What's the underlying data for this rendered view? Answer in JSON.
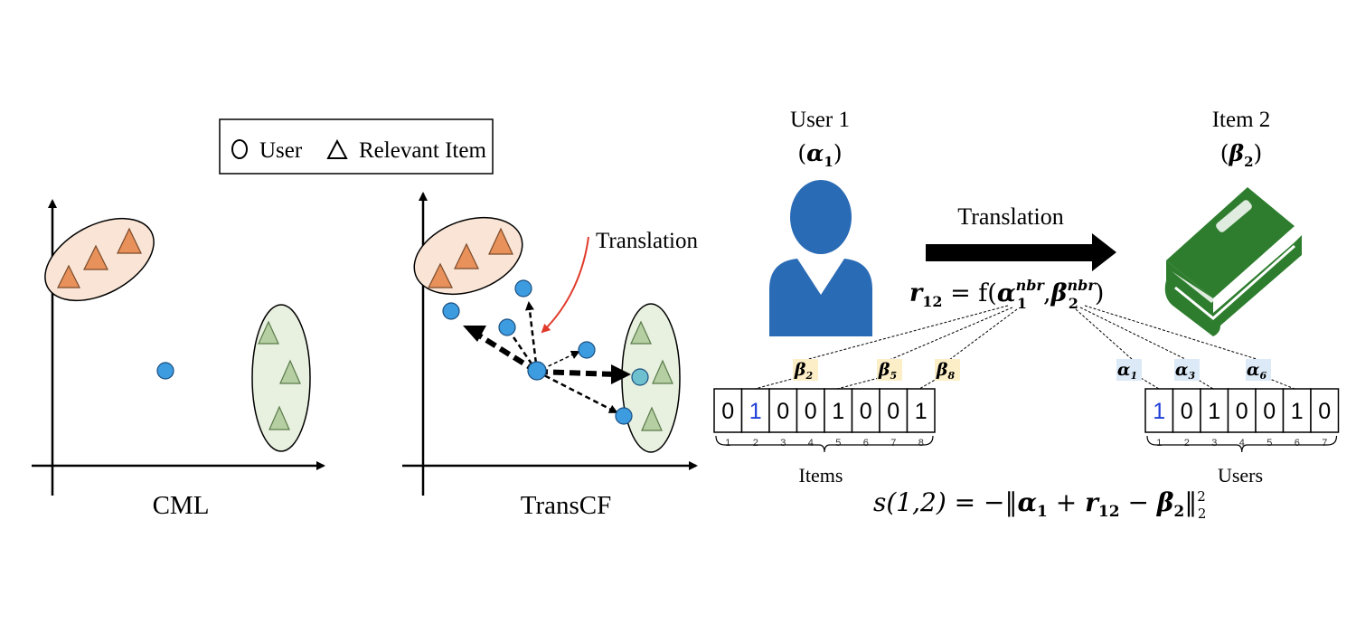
{
  "legend": {
    "user_label": "User",
    "item_label": "Relevant Item"
  },
  "panels": {
    "cml_label": "CML",
    "transcf_label": "TransCF",
    "translation_annotation": "Translation"
  },
  "right": {
    "user_title": "User 1",
    "user_embed": "α",
    "user_embed_sub": "1",
    "item_title": "Item 2",
    "item_embed": "β",
    "item_embed_sub": "2",
    "arrow_label": "Translation",
    "relation_formula": {
      "lhs": "r",
      "lhs_sub": "12",
      "eq_f": " = f(",
      "a": "α",
      "a_sub": "1",
      "a_sup": "nbr",
      "comma": ",",
      "b": "β",
      "b_sub": "2",
      "b_sup": "nbr",
      "close": ")"
    },
    "score_formula": {
      "s": "s(1,2) = −‖",
      "a": "α",
      "a_sub": "1",
      "plus": " + ",
      "r": "r",
      "r_sub": "12",
      "minus": " − ",
      "b": "β",
      "b_sub": "2",
      "close": "‖",
      "sub": "2",
      "sup": "2"
    },
    "item_vector": {
      "values": [
        "0",
        "1",
        "0",
        "0",
        "1",
        "0",
        "0",
        "1"
      ],
      "indices": [
        "1",
        "2",
        "3",
        "4",
        "5",
        "6",
        "7",
        "8"
      ],
      "highlight_index": 1,
      "label": "Items",
      "tags": [
        {
          "sym": "β",
          "sub": "2"
        },
        {
          "sym": "β",
          "sub": "5"
        },
        {
          "sym": "β",
          "sub": "8"
        }
      ]
    },
    "user_vector": {
      "values": [
        "1",
        "0",
        "1",
        "0",
        "0",
        "1",
        "0"
      ],
      "indices": [
        "1",
        "2",
        "3",
        "4",
        "5",
        "6",
        "7"
      ],
      "highlight_index": 0,
      "label": "Users",
      "tags": [
        {
          "sym": "α",
          "sub": "1"
        },
        {
          "sym": "α",
          "sub": "3"
        },
        {
          "sym": "α",
          "sub": "6"
        }
      ]
    }
  },
  "colors": {
    "orange_fill": "#f9e4d5",
    "orange_tri": "#e8915a",
    "green_fill": "#e8f1df",
    "green_tri": "#b5cfa2",
    "user_dot": "#3d9be0",
    "user_icon": "#2a6bb5",
    "book": "#2e7d2e",
    "tag_beta": "#fcefc8",
    "tag_alpha": "#dce9f6",
    "highlight_text": "#1f3fd8",
    "red_arrow": "#e03a2a"
  }
}
